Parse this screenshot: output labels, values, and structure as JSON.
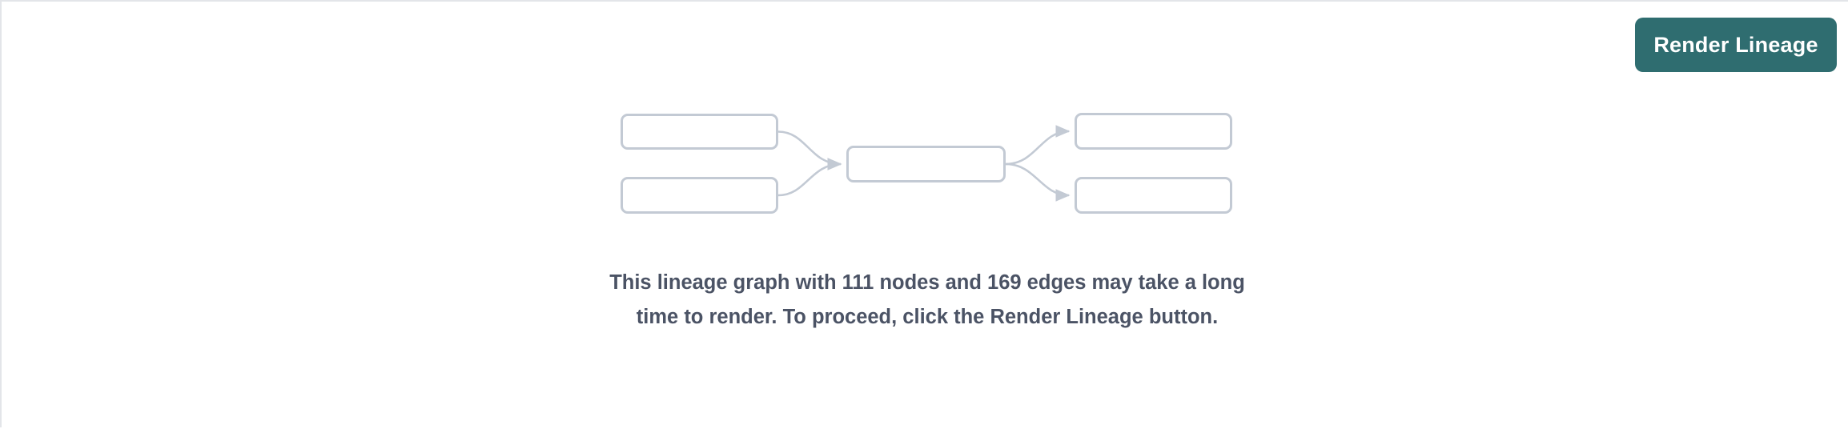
{
  "panel": {
    "background_color": "#ffffff",
    "border_color": "#e3e5e9"
  },
  "toolbar": {
    "render_button_label": "Render Lineage",
    "render_button_color": "#2f6d70",
    "render_button_text_color": "#ffffff"
  },
  "message": {
    "text": "This lineage graph with 111 nodes and 169 edges may take a long time to render. To proceed, click the Render Lineage button.",
    "color": "#4b5365",
    "node_count": "111",
    "edge_count": "169"
  },
  "graph_placeholder": {
    "node_border_color": "#c3cad4",
    "edge_color": "#c3cad4",
    "nodes": [
      {
        "id": "src-a",
        "label": "",
        "column": "upstream"
      },
      {
        "id": "src-b",
        "label": "",
        "column": "upstream"
      },
      {
        "id": "center",
        "label": "",
        "column": "focus"
      },
      {
        "id": "dst-a",
        "label": "",
        "column": "downstream"
      },
      {
        "id": "dst-b",
        "label": "",
        "column": "downstream"
      }
    ],
    "edges": [
      {
        "from": "src-a",
        "to": "center"
      },
      {
        "from": "src-b",
        "to": "center"
      },
      {
        "from": "center",
        "to": "dst-a"
      },
      {
        "from": "center",
        "to": "dst-b"
      }
    ]
  }
}
